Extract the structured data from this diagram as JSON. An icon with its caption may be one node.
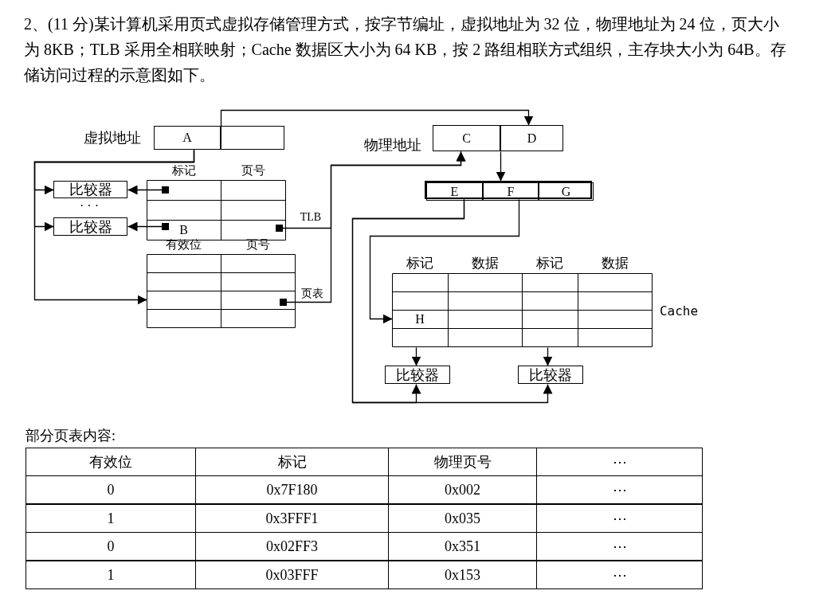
{
  "diagram": {
    "title": "2、(11 分)某计算机采用页式虚拟存储管理方式，按字节编址，虚拟地址为 32 位，物理地址为 24 位，页大小为 8KB；TLB 采用全相联映射；Cache 数据区大小为 64 KB，按 2 路组相联方式组织，主存块大小为 64B。存储访问过程的示意图如下。",
    "nodes": [
      {
        "text": [
          "虚拟地址"
        ]
      },
      {
        "text": [
          "A"
        ],
        "in": 0
      },
      {
        "text": [],
        "shape": "box",
        "in": 0
      },
      {
        "text": [
          "物理地址"
        ]
      },
      {
        "text": [
          "C"
        ],
        "in": 3
      },
      {
        "text": [
          "D"
        ],
        "in": 3
      },
      {
        "text": [],
        "shape": "bar"
      },
      {
        "text": [
          "E"
        ],
        "in": 6
      },
      {
        "text": [
          "F"
        ],
        "in": 6
      },
      {
        "text": [
          "G"
        ],
        "in": 6
      },
      {
        "text": [
          "标记",
          "页号"
        ]
      },
      {
        "text": [
          "B"
        ],
        "in": 10
      },
      {
        "text": [
          "有效位",
          "页号"
        ]
      },
      {
        "text": [
          "标记",
          "数据",
          "标记",
          "数据"
        ],
        "beside": [
          "Cache"
        ]
      },
      {
        "text": [
          "H"
        ],
        "in": 13
      },
      {
        "text": [
          "比较器"
        ]
      },
      {
        "text": [
          "比较器"
        ]
      },
      {
        "text": [
          "比较器"
        ]
      },
      {
        "text": [
          "比较器"
        ]
      }
    ],
    "edges": [
      {
        "from": 1,
        "to": 15,
        "arrow": "to"
      },
      {
        "from": 1,
        "to": 16,
        "arrow": "to"
      },
      {
        "from": 1,
        "to": 12,
        "arrow": "to"
      },
      {
        "from": 10,
        "to": 15,
        "arrow": "to"
      },
      {
        "from": 11,
        "to": 16,
        "arrow": "to"
      },
      {
        "from": 10,
        "to": 4,
        "arrow": "to",
        "label": "TLB"
      },
      {
        "from": 12,
        "to": 4,
        "arrow": "to",
        "label": "页表"
      },
      {
        "from": 2,
        "to": 5,
        "arrow": "to"
      },
      {
        "from": 3,
        "to": 6,
        "arrow": "to"
      },
      {
        "from": 7,
        "to": 17,
        "arrow": "to"
      },
      {
        "from": 7,
        "to": 18,
        "arrow": "to"
      },
      {
        "from": 8,
        "to": 14,
        "arrow": "to"
      },
      {
        "from": 13,
        "to": 17,
        "arrow": "to"
      },
      {
        "from": 13,
        "to": 18,
        "arrow": "to"
      }
    ],
    "labels": [
      "· · ·",
      "部分页表内容:",
      "有效位",
      "标记",
      "物理页号",
      "⋯",
      "0",
      "0x7F180",
      "0x002",
      "⋯",
      "1",
      "0x3FFF1",
      "0x035",
      "⋯",
      "0",
      "0x02FF3",
      "0x351",
      "⋯",
      "1",
      "0x03FFF",
      "0x153",
      "⋯"
    ]
  }
}
